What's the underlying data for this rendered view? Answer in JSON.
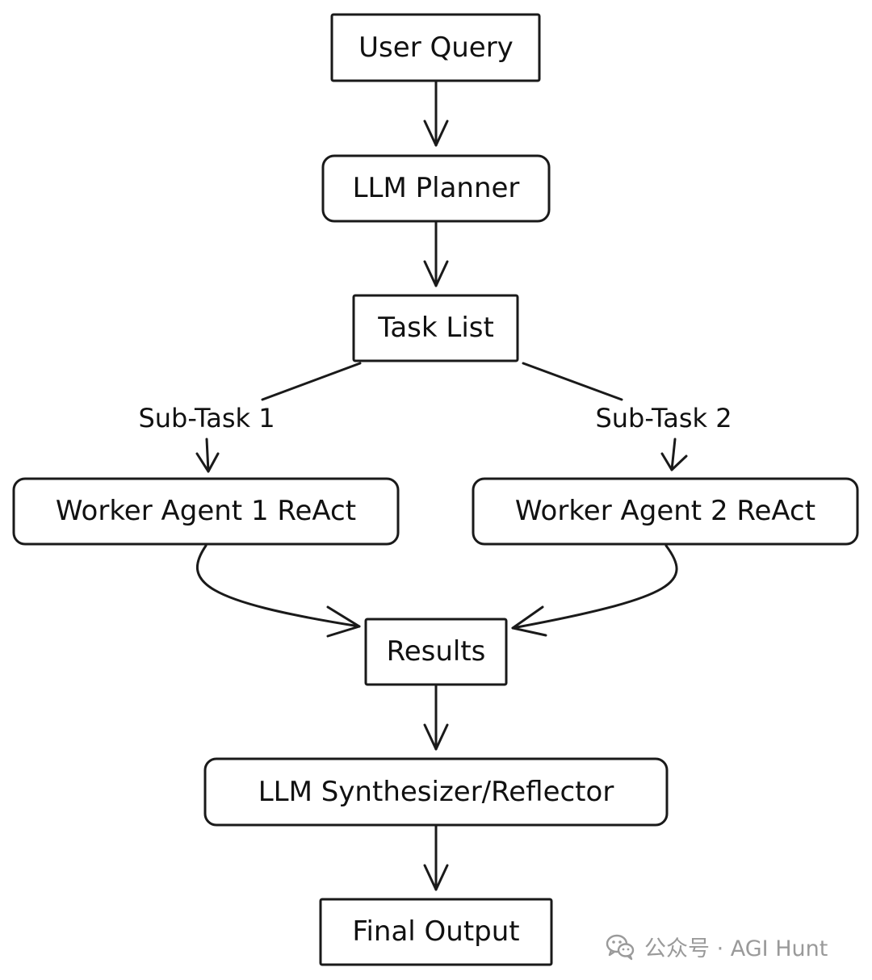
{
  "nodes": {
    "user_query": "User Query",
    "llm_planner": "LLM Planner",
    "task_list": "Task List",
    "worker_agent_1": "Worker Agent 1 ReAct",
    "worker_agent_2": "Worker Agent 2 ReAct",
    "results": "Results",
    "synthesizer": "LLM Synthesizer/Reflector",
    "final_output": "Final Output"
  },
  "edge_labels": {
    "sub_task_1": "Sub-Task 1",
    "sub_task_2": "Sub-Task 2"
  },
  "watermark": {
    "icon": "wechat-icon",
    "text": "公众号 · AGI Hunt"
  },
  "colors": {
    "stroke": "#1a1a1a",
    "background": "#ffffff",
    "watermark": "#9a9a9a"
  }
}
